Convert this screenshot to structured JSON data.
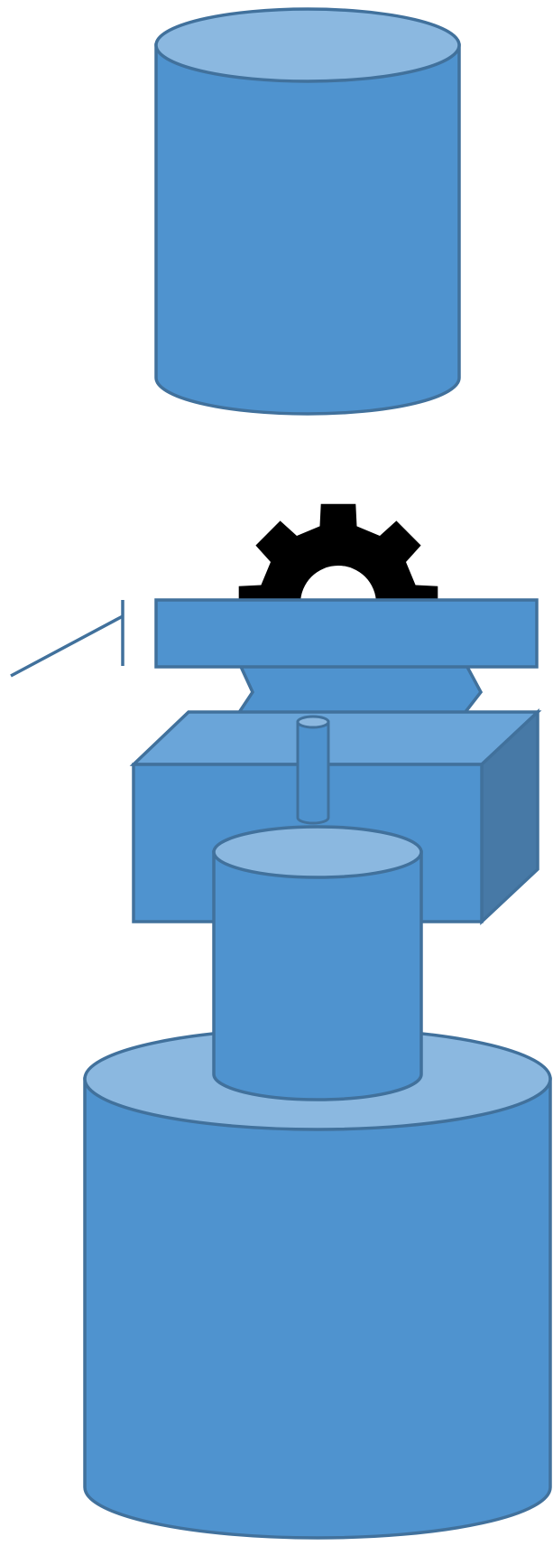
{
  "diagram": {
    "background": "#ffffff",
    "colors": {
      "body_fill": "#4f93cf",
      "top_fill": "#8bb8e0",
      "box_top_fill": "#6aa5d9",
      "box_side_fill": "#4779a6",
      "stroke": "#41719c",
      "gear_fill": "#000000",
      "gear_hole": "#ffffff"
    },
    "shapes": [
      {
        "id": "top-cylinder",
        "kind": "cylinder"
      },
      {
        "id": "gear",
        "kind": "gear-icon",
        "teeth": 8
      },
      {
        "id": "top-plate",
        "kind": "rectangle"
      },
      {
        "id": "chevron-connector",
        "kind": "chevron"
      },
      {
        "id": "lever-line",
        "kind": "line"
      },
      {
        "id": "shaft",
        "kind": "small-cylinder"
      },
      {
        "id": "middle-box",
        "kind": "cube"
      },
      {
        "id": "middle-cylinder",
        "kind": "cylinder"
      },
      {
        "id": "base-cylinder",
        "kind": "cylinder"
      }
    ]
  }
}
